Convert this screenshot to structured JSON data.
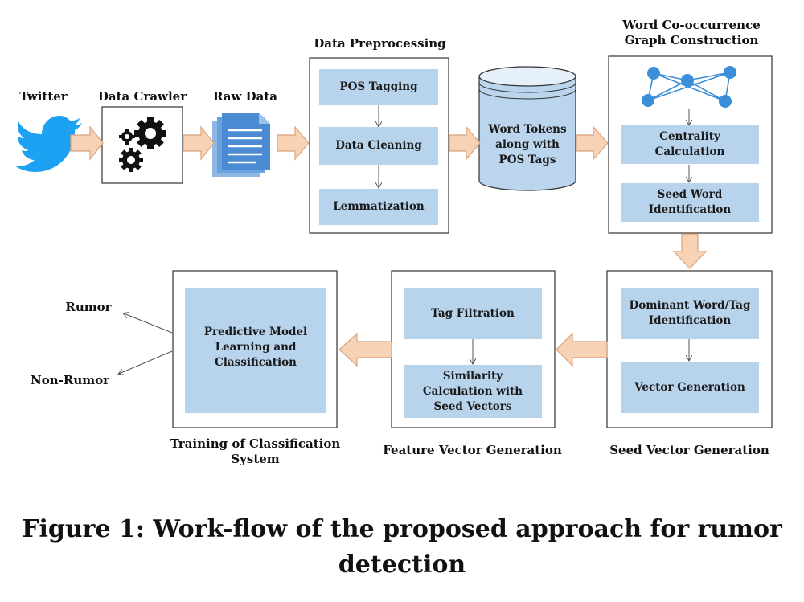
{
  "labels": {
    "twitter": "Twitter",
    "data_crawler": "Data Crawler",
    "raw_data": "Raw Data",
    "data_preprocessing": "Data Preprocessing",
    "graph_construction": "Word Co-occurrence\nGraph Construction",
    "seed_vector_generation": "Seed Vector Generation",
    "feature_vector_generation": "Feature Vector Generation",
    "training": "Training of Classification\nSystem",
    "rumor": "Rumor",
    "non_rumor": "Non-Rumor"
  },
  "boxes": {
    "pos_tagging": "POS Tagging",
    "data_cleaning": "Data Cleaning",
    "lemmatization": "Lemmatization",
    "word_tokens": "Word Tokens\nalong with\nPOS Tags",
    "centrality": "Centrality\nCalculation",
    "seed_word": "Seed Word\nIdentification",
    "dominant": "Dominant Word/Tag\nIdentification",
    "vector_generation": "Vector Generation",
    "tag_filtration": "Tag Filtration",
    "similarity": "Similarity\nCalculation with\nSeed Vectors",
    "predictive": "Predictive Model\nLearning and\nClassification"
  },
  "caption": "Figure 1: Work-flow of the proposed approach for rumor\ndetection",
  "colors": {
    "box_fill": "#b8d3ec",
    "arrow_fill": "#f7d2b4",
    "arrow_stroke": "#d9a37c",
    "twitter_blue": "#1da1f2",
    "node_blue": "#3a8fd8"
  },
  "icons": [
    "twitter-bird-icon",
    "gears-icon",
    "documents-icon",
    "graph-icon",
    "database-cylinder-icon"
  ]
}
